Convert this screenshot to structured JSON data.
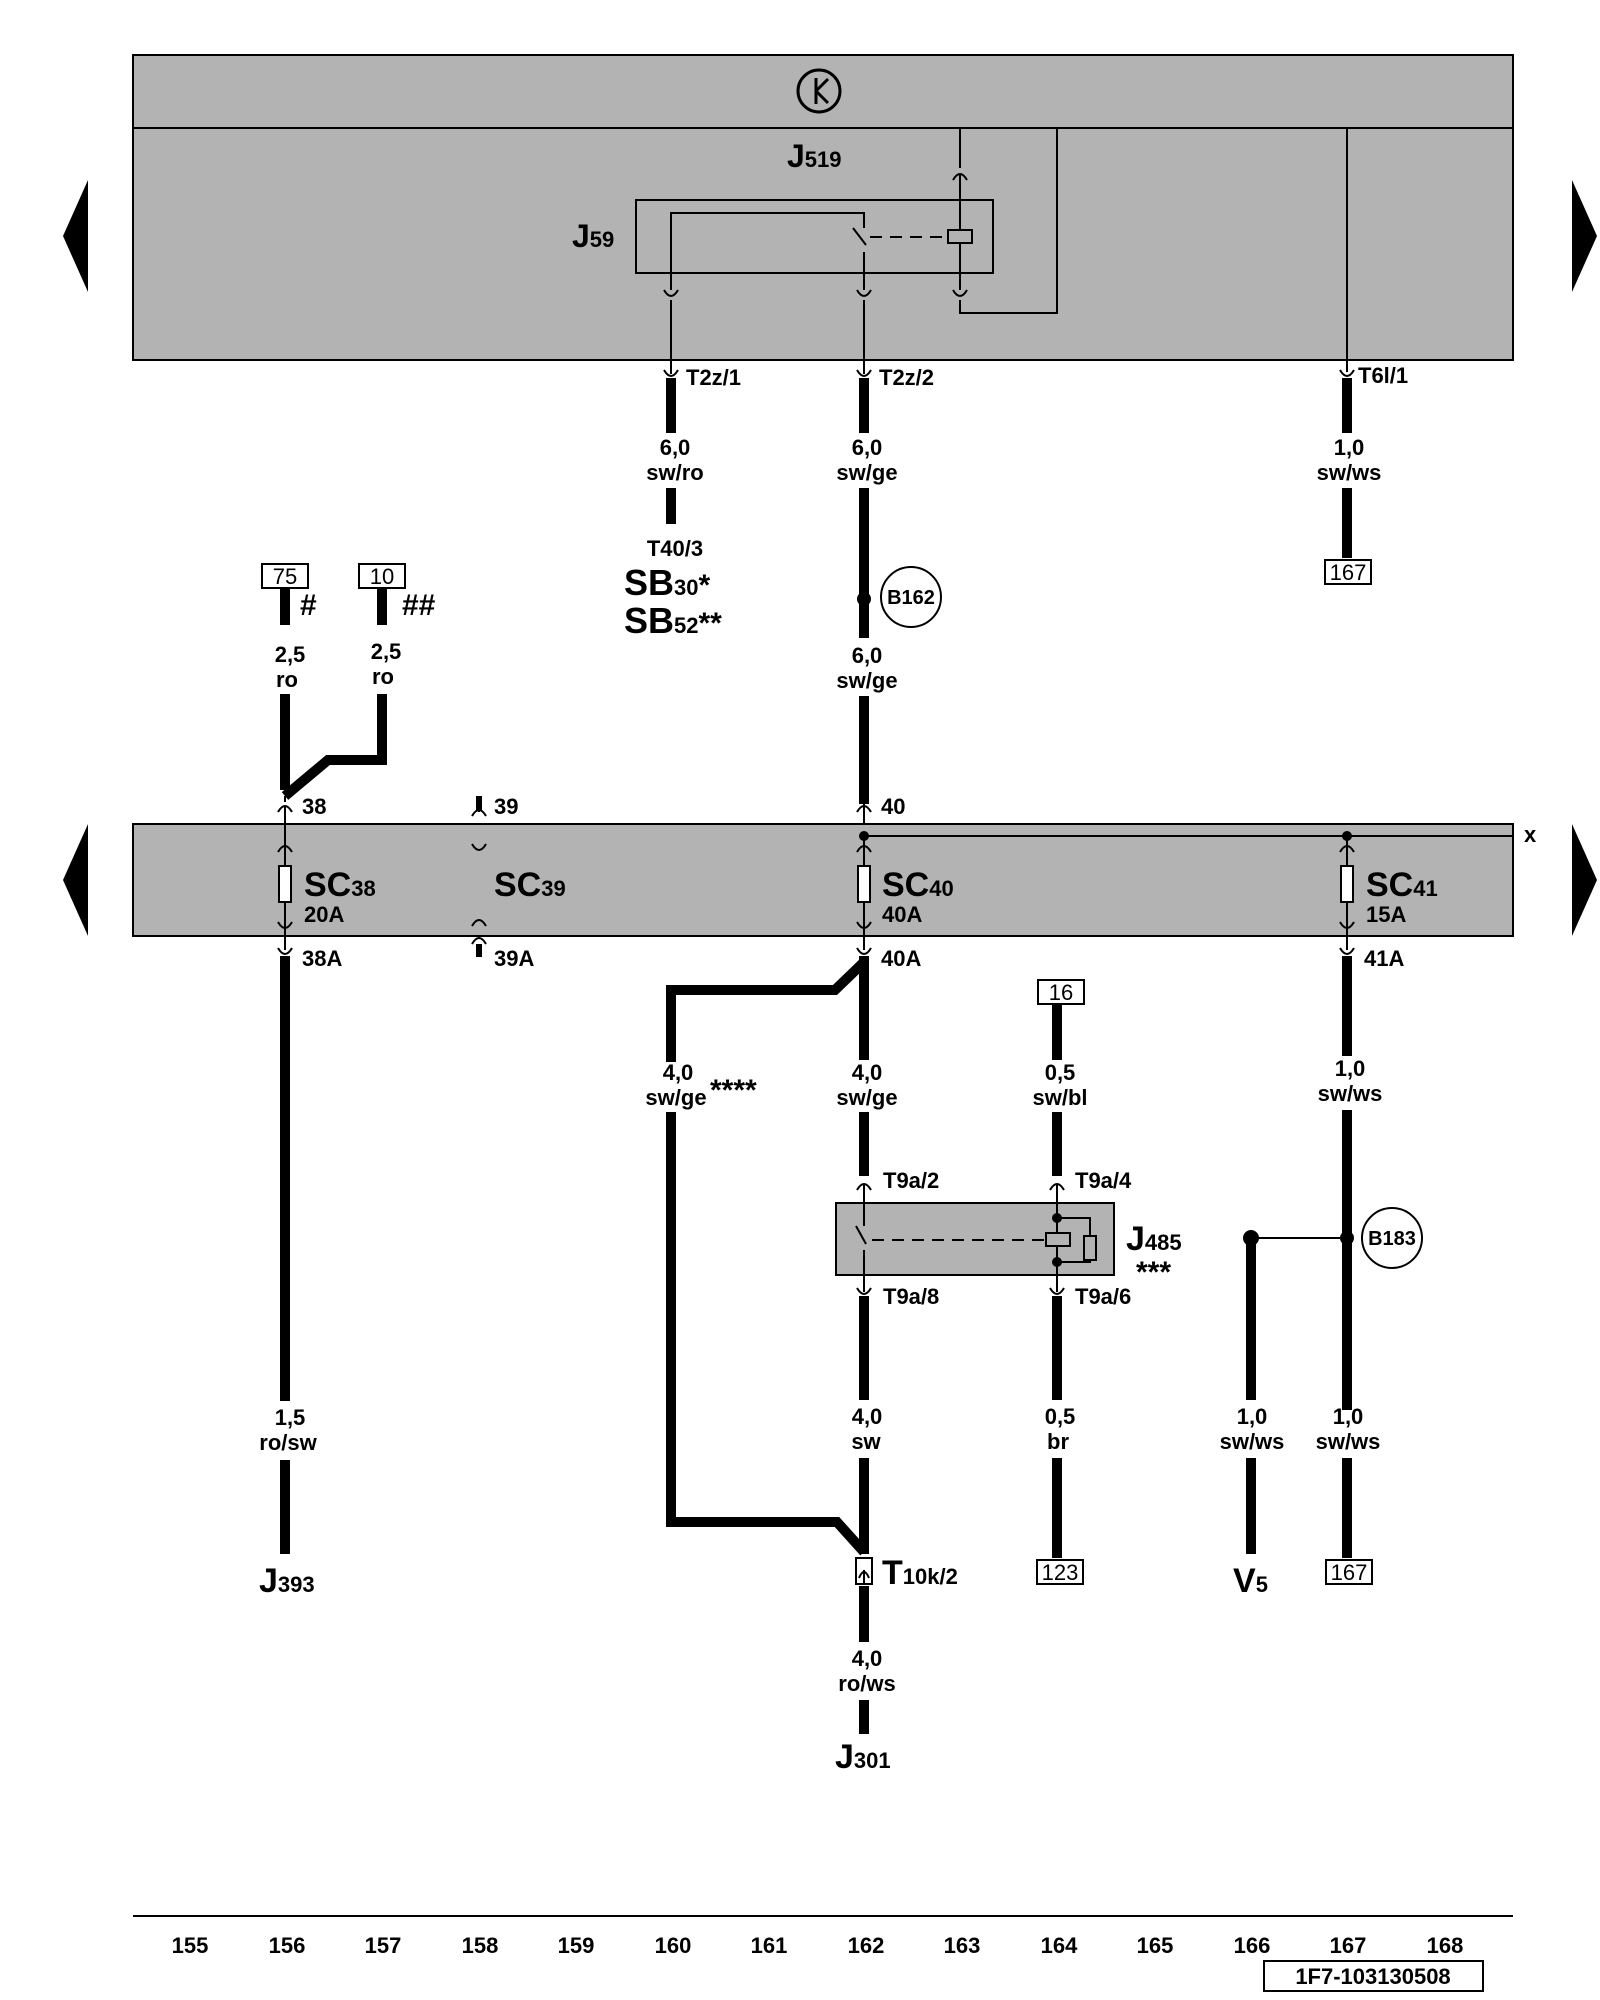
{
  "top_bar": {
    "icon": "terminal-30-icon"
  },
  "j519": {
    "code": "J",
    "sub": "519"
  },
  "j59": {
    "code": "J",
    "sub": "59"
  },
  "top_pins": {
    "t2z1": "T2z/1",
    "t2z2": "T2z/2",
    "t6l1": "T6l/1"
  },
  "wires": {
    "w1": {
      "size": "6,0",
      "color": "sw/ro"
    },
    "w2a": {
      "size": "6,0",
      "color": "sw/ge"
    },
    "w2b": {
      "size": "6,0",
      "color": "sw/ge"
    },
    "w3": {
      "size": "1,0",
      "color": "sw/ws"
    },
    "w75": {
      "size": "2,5",
      "color": "ro"
    },
    "w10": {
      "size": "2,5",
      "color": "ro"
    },
    "w393": {
      "size": "1,5",
      "color": "ro/sw"
    },
    "w_star": {
      "size": "4,0",
      "color": "sw/ge"
    },
    "w40a": {
      "size": "4,0",
      "color": "sw/ge"
    },
    "w16": {
      "size": "0,5",
      "color": "sw/bl"
    },
    "w41a": {
      "size": "1,0",
      "color": "sw/ws"
    },
    "w_sw": {
      "size": "4,0",
      "color": "sw"
    },
    "w_br": {
      "size": "0,5",
      "color": "br"
    },
    "w_v5": {
      "size": "1,0",
      "color": "sw/ws"
    },
    "w_167b": {
      "size": "1,0",
      "color": "sw/ws"
    },
    "w_301": {
      "size": "4,0",
      "color": "ro/ws"
    }
  },
  "connectors": {
    "t403": "T40/3"
  },
  "sb": {
    "sb30": {
      "code": "SB",
      "sub": "30",
      "mark": "*"
    },
    "sb52": {
      "code": "SB",
      "sub": "52",
      "mark": "**"
    }
  },
  "refs": {
    "r167a": "167",
    "r75": "75",
    "r10": "10",
    "r16": "16",
    "r123": "123",
    "r167b": "167"
  },
  "marks": {
    "hash1": "#",
    "hash2": "##",
    "four_star": "****",
    "three_star": "***"
  },
  "splices": {
    "b162": "B162",
    "b183": "B183"
  },
  "fuse_pins": {
    "p38": "38",
    "p39": "39",
    "p40": "40",
    "p38a": "38A",
    "p39a": "39A",
    "p40a": "40A",
    "p41a": "41A"
  },
  "fuses": {
    "sc38": {
      "code": "SC",
      "sub": "38",
      "rating": "20A"
    },
    "sc39": {
      "code": "SC",
      "sub": "39"
    },
    "sc40": {
      "code": "SC",
      "sub": "40",
      "rating": "40A"
    },
    "sc41": {
      "code": "SC",
      "sub": "41",
      "rating": "15A"
    }
  },
  "bus_x": "x",
  "j485": {
    "code": "J",
    "sub": "485",
    "pins": {
      "p2": "T9a/2",
      "p4": "T9a/4",
      "p8": "T9a/8",
      "p6": "T9a/6"
    }
  },
  "t10k": {
    "code": "T",
    "sub": "10k/2"
  },
  "endpoints": {
    "j393": {
      "code": "J",
      "sub": "393"
    },
    "v5": {
      "code": "V",
      "sub": "5"
    },
    "j301": {
      "code": "J",
      "sub": "301"
    }
  },
  "grid_numbers": [
    "155",
    "156",
    "157",
    "158",
    "159",
    "160",
    "161",
    "162",
    "163",
    "164",
    "165",
    "166",
    "167",
    "168"
  ],
  "doc_id": "1F7-103130508"
}
